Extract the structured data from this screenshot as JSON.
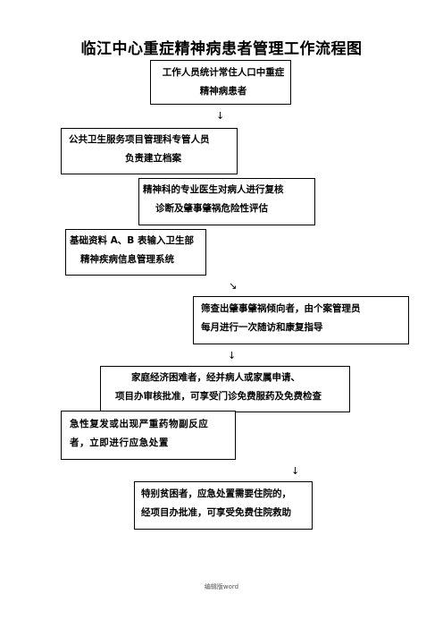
{
  "title": "临江中心重症精神病患者管理工作流程图",
  "boxes": [
    {
      "line1": "工作人员统计常住人口中重症",
      "line2": "精神病患者"
    },
    {
      "line1": "公共卫生服务项目管理科专管人员",
      "line2": "负责建立档案"
    },
    {
      "line1": "精神科的专业医生对病人进行复核",
      "line2": "诊断及肇事肇祸危险性评估"
    },
    {
      "line1": "基础资料 A、B 表输入卫生部",
      "line2": "精神疾病信息管理系统"
    },
    {
      "line1": "筛查出肇事肇祸倾向者，由个案管理员",
      "line2": "每月进行一次随访和康复指导"
    },
    {
      "line1": "家庭经济困难者，经并病人或家属申请、",
      "line2": "项目办审核批准，可享受门诊免费服药及免费检查"
    },
    {
      "line1": "急性复发或出现严重药物副反应",
      "line2": "者，立即进行应急处置"
    },
    {
      "line1": "特别贫困者，应急处置需要住院的，",
      "line2": "经项目办批准，可享受免费住院救助"
    }
  ],
  "arrows": {
    "down": "↓",
    "diagonal": "↘"
  },
  "footer": "编辑版word"
}
